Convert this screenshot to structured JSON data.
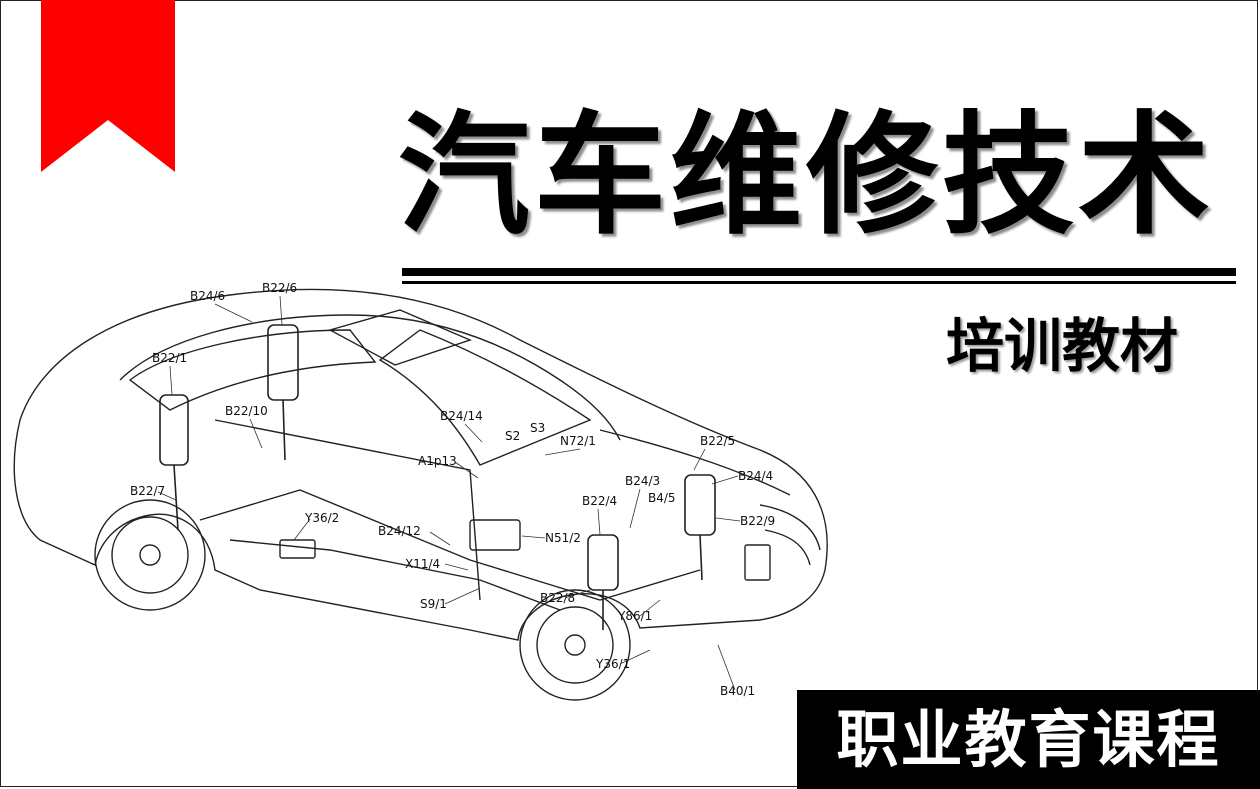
{
  "title": "汽车维修技术",
  "subtitle": "培训教材",
  "course_label": "职业教育课程",
  "colors": {
    "bookmark": "#ff0000",
    "text": "#000000",
    "banner_bg": "#000000",
    "banner_text": "#ffffff"
  },
  "diagram_labels": [
    "B24/6",
    "B22/6",
    "B22/1",
    "B22/10",
    "B24/14",
    "S2",
    "S3",
    "N72/1",
    "A1p13",
    "B22/5",
    "B24/4",
    "B24/3",
    "B22/4",
    "B4/5",
    "B22/9",
    "B22/7",
    "Y36/2",
    "B24/12",
    "N51/2",
    "X11/4",
    "S9/1",
    "B22/8",
    "Y86/1",
    "Y36/1",
    "B40/1"
  ]
}
